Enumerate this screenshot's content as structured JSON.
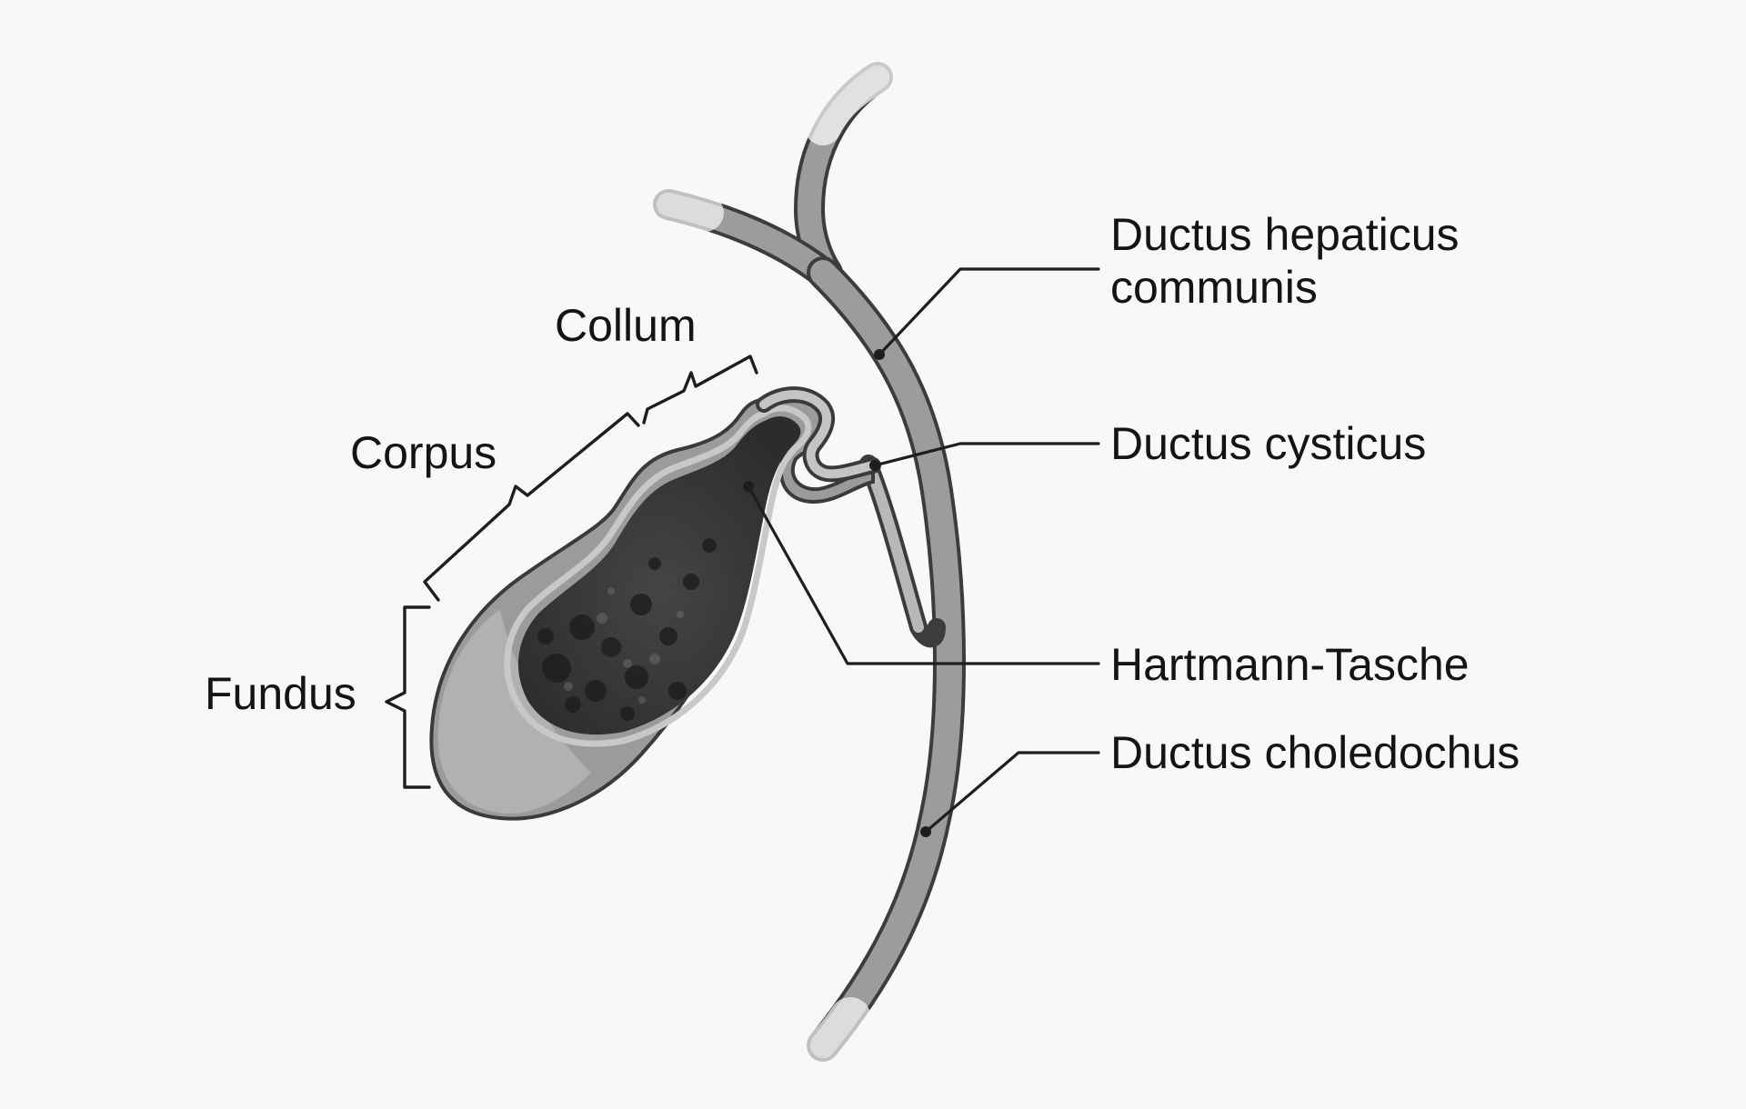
{
  "diagram": {
    "labels": {
      "collum": "Collum",
      "corpus": "Corpus",
      "fundus": "Fundus",
      "ductus_hepaticus_communis_line1": "Ductus hepaticus",
      "ductus_hepaticus_communis_line2": "communis",
      "ductus_cysticus": "Ductus cysticus",
      "hartmann_tasche": "Hartmann-Tasche",
      "ductus_choledochus": "Ductus choledochus"
    }
  }
}
